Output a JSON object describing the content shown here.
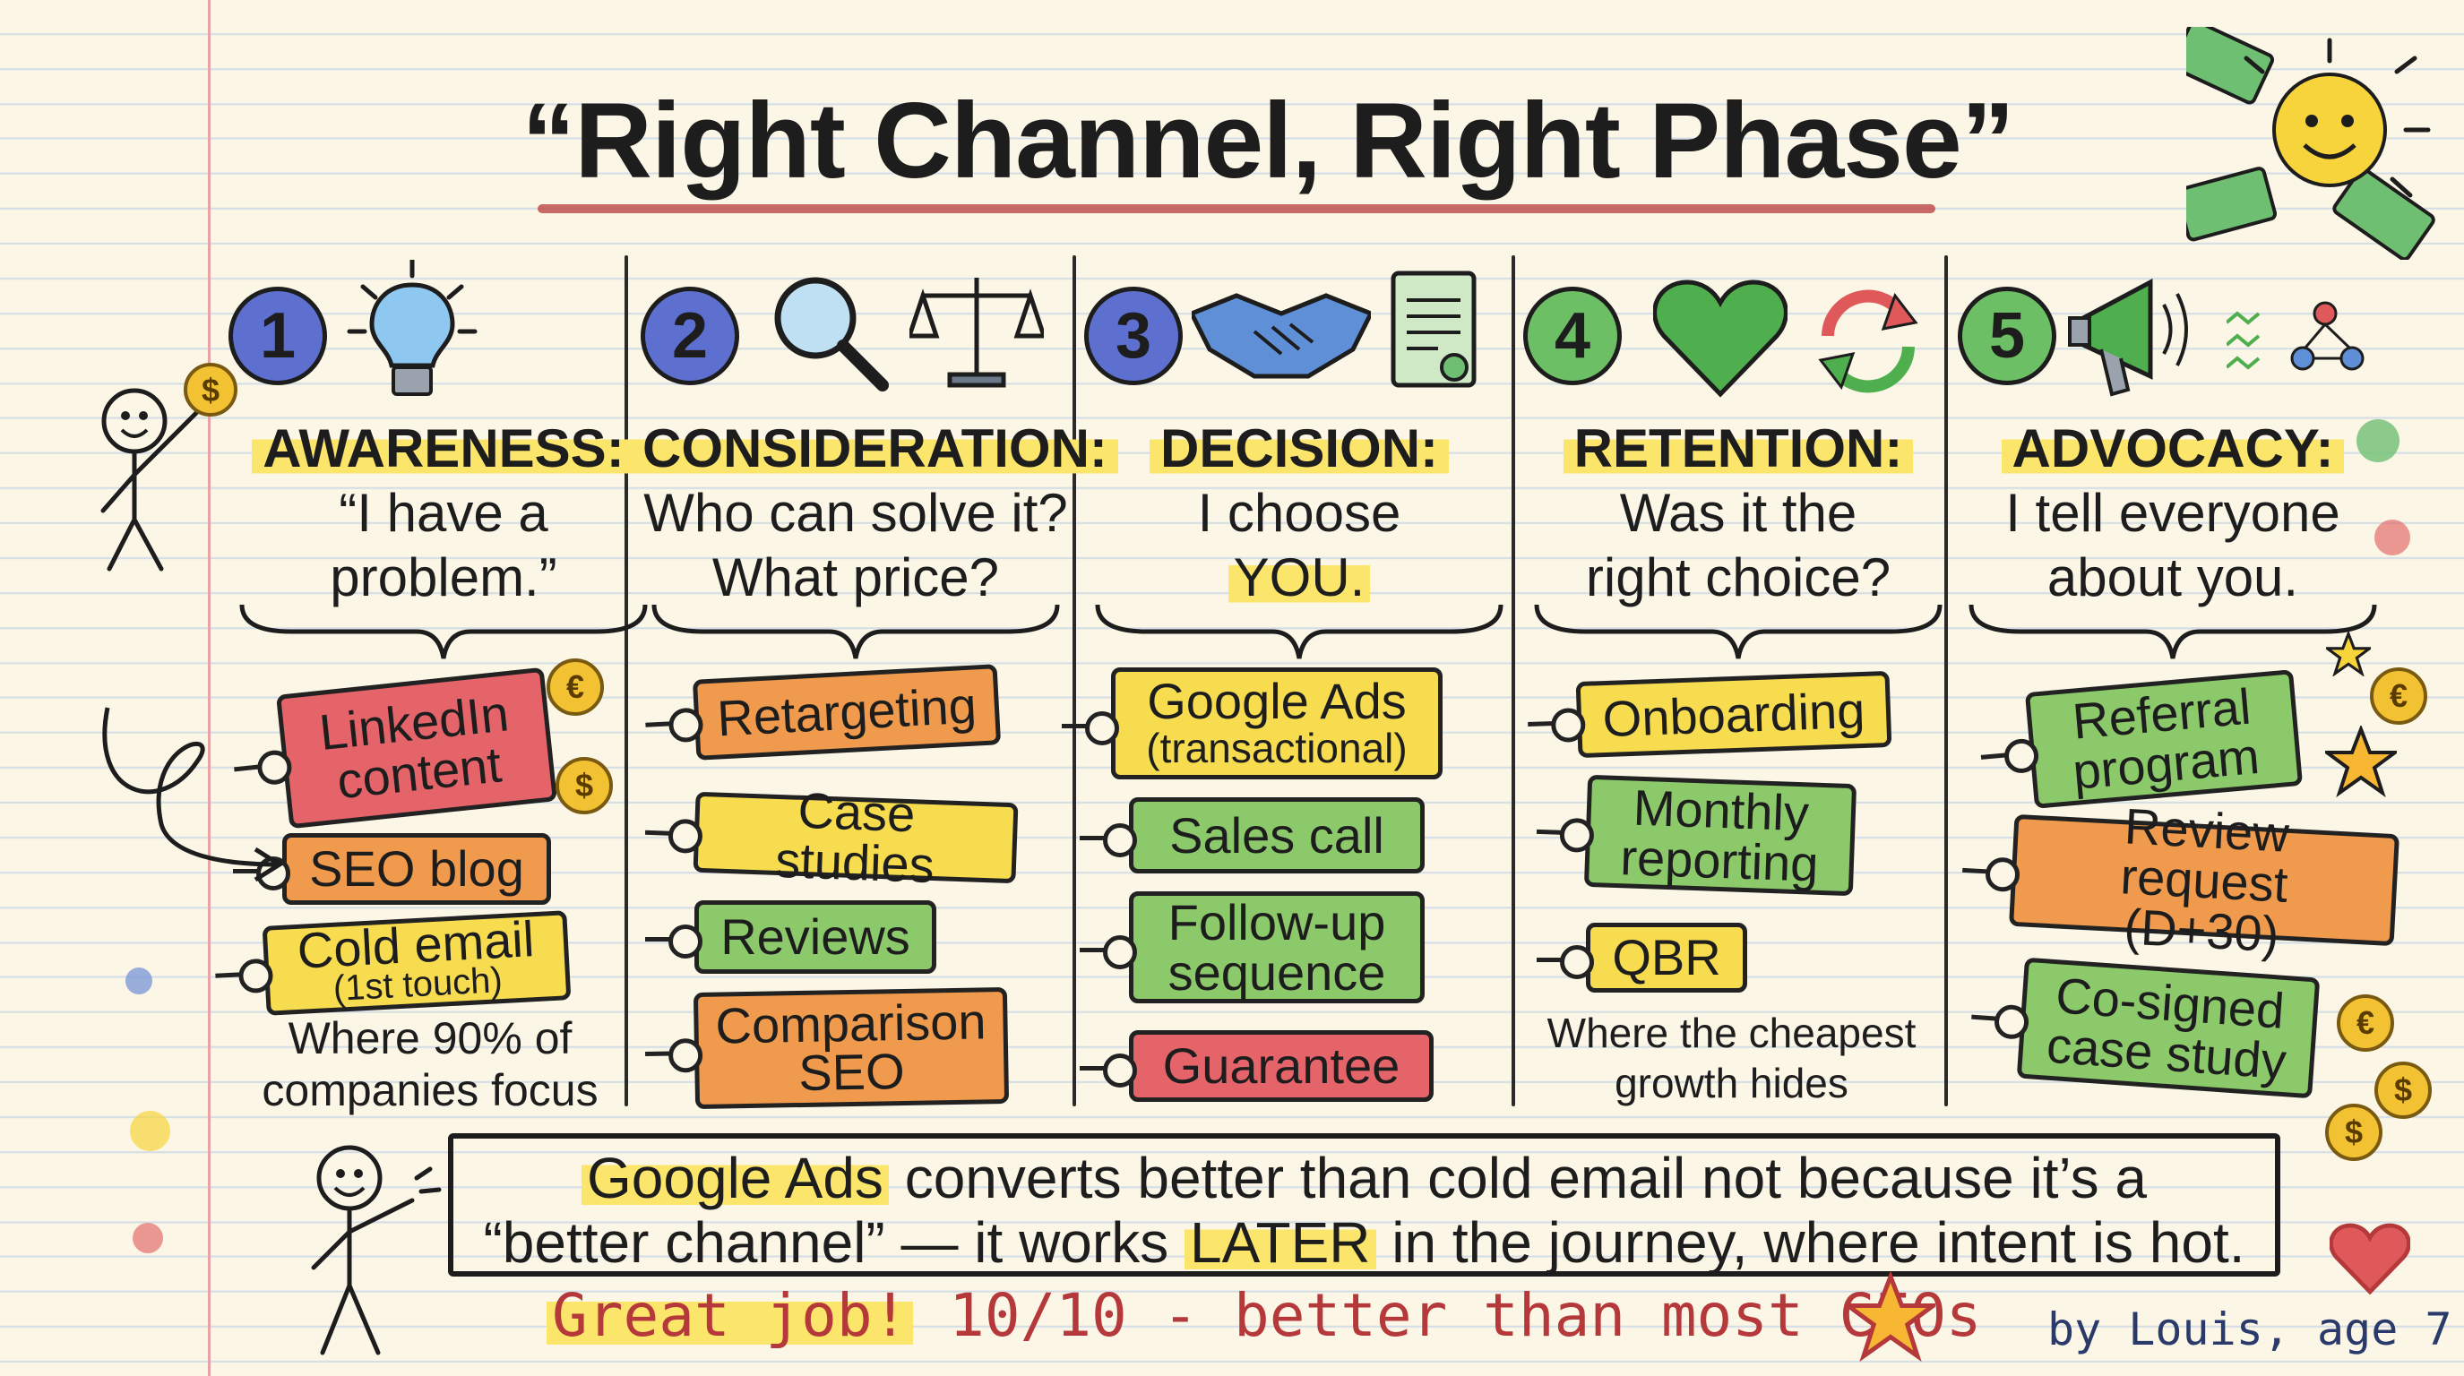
{
  "title": "“Right Channel, Right Phase”",
  "phases": [
    {
      "number": "1",
      "name": "AWARENESS:",
      "line1": "“I have a",
      "line2": "problem.”",
      "tags": [
        "LinkedIn content",
        "SEO blog",
        "Cold email",
        "(1st touch)"
      ],
      "note1": "Where 90% of",
      "note2": "companies focus"
    },
    {
      "number": "2",
      "name": "CONSIDERATION:",
      "line1": "Who can solve it?",
      "line2": "What price?",
      "tags": [
        "Retargeting",
        "Case studies",
        "Reviews",
        "Comparison SEO"
      ]
    },
    {
      "number": "3",
      "name": "DECISION:",
      "line1": "I choose",
      "line2": "YOU.",
      "tags": [
        "Google Ads",
        "(transactional)",
        "Sales call",
        "Follow-up sequence",
        "Guarantee"
      ]
    },
    {
      "number": "4",
      "name": "RETENTION:",
      "line1": "Was it the",
      "line2": "right choice?",
      "tags": [
        "Onboarding",
        "Monthly reporting",
        "QBR"
      ],
      "note1": "Where the cheapest",
      "note2": "growth hides"
    },
    {
      "number": "5",
      "name": "ADVOCACY:",
      "line1": "I tell everyone",
      "line2": "about you.",
      "tags": [
        "Referral program",
        "Review request",
        "(D+30)",
        "Co-signed case study"
      ]
    }
  ],
  "quote": {
    "part1": "Google Ads",
    "part2": " converts better than cold email not because it’s a",
    "part3": "“better channel” — it works ",
    "part4": "LATER",
    "part5": " in the journey, where intent is hot."
  },
  "footer": {
    "great_job": "Great job!",
    "score": "10/10 - better than most CEOs",
    "signature": "by Louis, age 7"
  },
  "coins": {
    "dollar": "$",
    "euro": "€"
  },
  "colors": {
    "red_tag": "#e4646a",
    "orange_tag": "#ef9a4c",
    "yellow_tag": "#f7dc4f",
    "green_tag": "#8bc96b",
    "highlight": "#fbe56b",
    "number_blue": "#5d6fcf",
    "number_green": "#6cbf64"
  }
}
